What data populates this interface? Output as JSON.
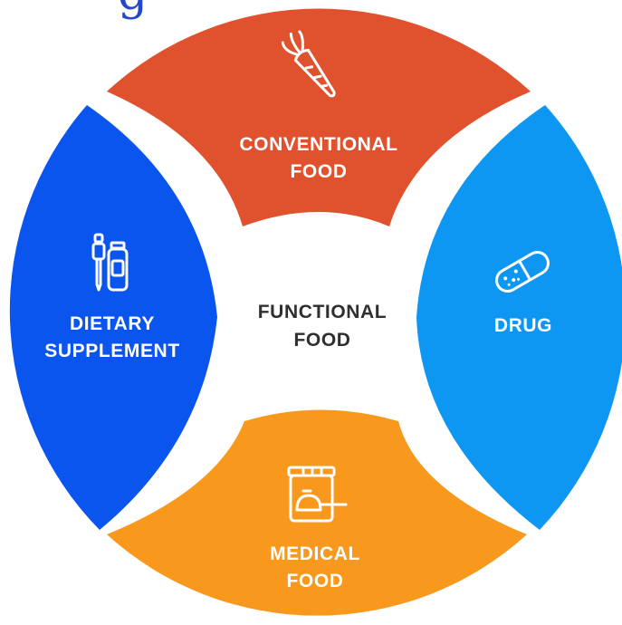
{
  "segments": {
    "top": {
      "line1": "CONVENTIONAL",
      "line2": "FOOD",
      "icon": "carrot-icon",
      "color": "#E0522E"
    },
    "left": {
      "line1": "DIETARY",
      "line2": "SUPPLEMENT",
      "icon": "supplement-bottle-icon",
      "color": "#0A55EE"
    },
    "right": {
      "line1": "DRUG",
      "icon": "capsule-icon",
      "color": "#0E97F2"
    },
    "bottom": {
      "line1": "MEDICAL",
      "line2": "FOOD",
      "icon": "formula-jar-icon",
      "color": "#F8981D"
    }
  },
  "center": {
    "line1": "FUNCTIONAL",
    "line2": "FOOD"
  },
  "cropped_title_fragment": "g"
}
